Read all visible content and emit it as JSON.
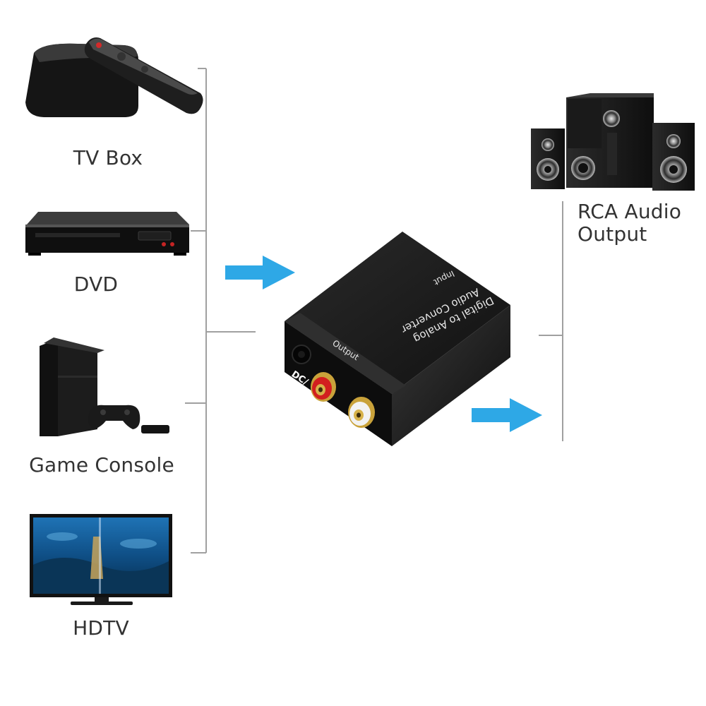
{
  "sources": [
    {
      "label": "TV Box",
      "icon": "tv-box-icon"
    },
    {
      "label": "DVD",
      "icon": "dvd-player-icon"
    },
    {
      "label": "Game Console",
      "icon": "game-console-icon"
    },
    {
      "label": "HDTV",
      "icon": "hdtv-icon"
    }
  ],
  "converter": {
    "top_text_line1": "Digital to Analog",
    "top_text_line2": "Audio Converter",
    "input_label": "Input",
    "output_label": "Output",
    "dc_label": "DC/"
  },
  "output": {
    "label_line1": "RCA Audio",
    "label_line2": "Output",
    "icon": "speaker-system-icon"
  },
  "colors": {
    "arrow": "#2ea8e6",
    "bracket": "#a0a0a0",
    "device_dark": "#1a1a1a",
    "rca_red": "#d21f1f",
    "rca_white": "#f2f2f2",
    "gold": "#c9a23a"
  }
}
